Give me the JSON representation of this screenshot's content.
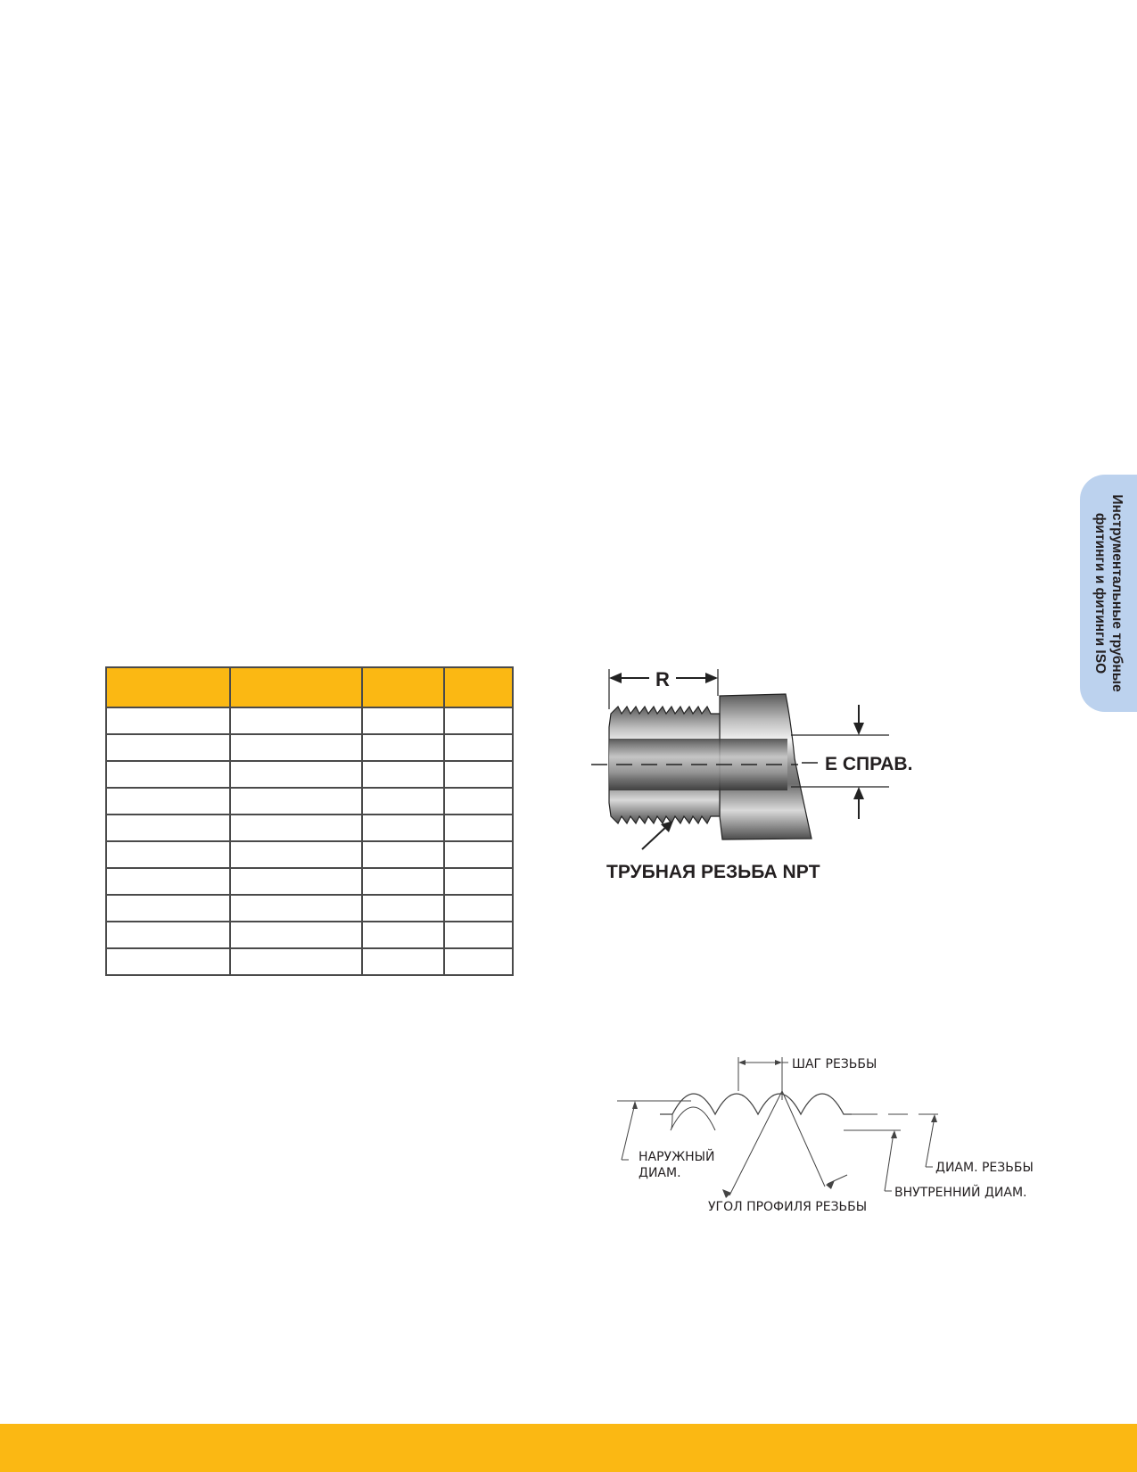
{
  "side_tab": {
    "line1": "Инструментальные трубные",
    "line2": "фитинги и фитинги ISO"
  },
  "table": {
    "columns": 4,
    "body_rows": 10
  },
  "npt_diagram": {
    "r_label": "R",
    "e_label": "E СПРАВ.",
    "thread_label": "ТРУБНАЯ РЕЗЬБА NPT"
  },
  "profile_diagram": {
    "pitch_label": "ШАГ РЕЗЬБЫ",
    "outer_dia_line1": "НАРУЖНЫЙ",
    "outer_dia_line2": "ДИАМ.",
    "thread_dia_label": "ДИАМ. РЕЗЬБЫ",
    "inner_dia_label": "ВНУТРЕННИЙ ДИАМ.",
    "angle_label": "УГОЛ ПРОФИЛЯ РЕЗЬБЫ"
  },
  "colors": {
    "accent": "#fbb813",
    "tab": "#bcd2ee"
  }
}
